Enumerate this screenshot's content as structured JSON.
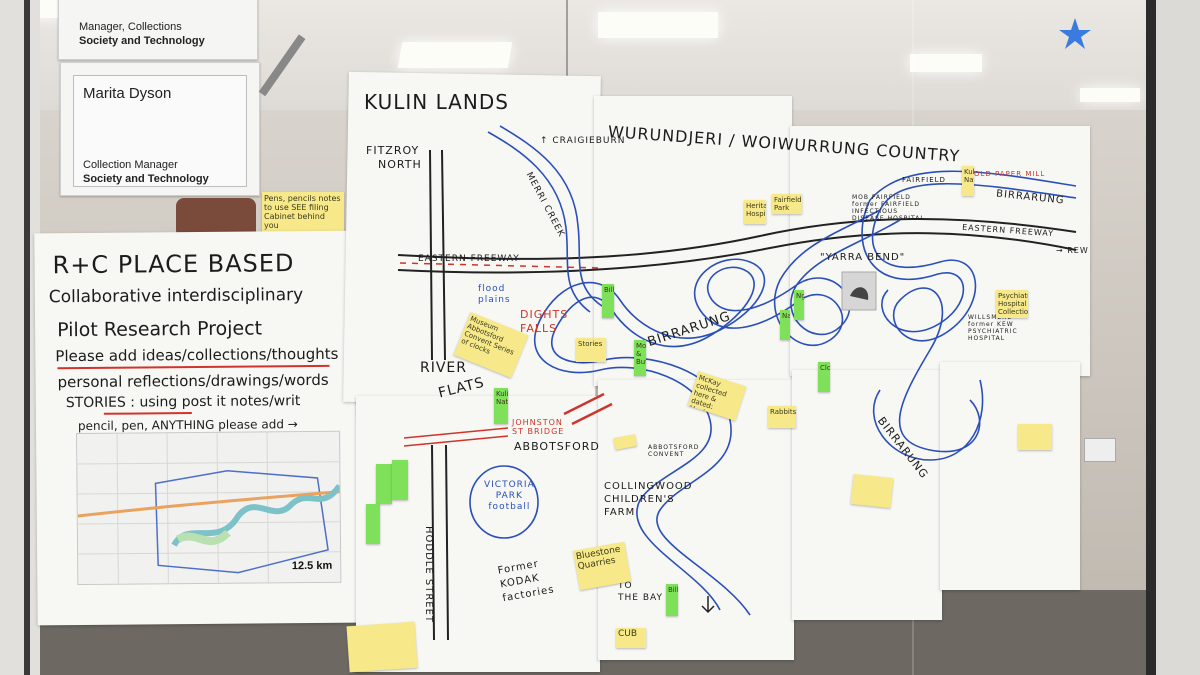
{
  "cards": {
    "top": {
      "role": "Manager, Collections",
      "dept": "Society and Technology"
    },
    "dyson": {
      "name": "Marita Dyson",
      "role": "Collection Manager",
      "dept": "Society and Technology"
    },
    "pens_note": "Pens, pencils notes to use SEE filing Cabinet behind you"
  },
  "poster": {
    "line1": "R+C   PLACE BASED",
    "line2": "Collaborative interdisciplinary",
    "line3": "Pilot Research Project",
    "line4": "Please add ideas/collections/thoughts",
    "line5": "personal reflections/drawings/words",
    "line6": "STORIES : using post it notes/writ",
    "line7": "pencil, pen, ANYTHING  please add →",
    "map_scale": "12.5 km"
  },
  "map": {
    "title_left": "KULIN LANDS",
    "title_right": "WURUNDJERI / WOIWURRUNG  COUNTRY",
    "fitzroy": "FITZROY",
    "north": "NORTH",
    "craigieburn": "↑ CRAIGIEBURN",
    "merri": "MERRI CREEK",
    "eastern_freeway_left": "EASTERN   FREEWAY",
    "eastern_freeway_right": "EASTERN       FREEWAY",
    "rew": "→ REW",
    "fairfield": "FAIRFIELD",
    "old_paper_mill": "OLD PAPER MILL",
    "birrarung_top": "BIRRARUNG",
    "mob_hospital": "MOB FAIRFIELD\nformer FAIRFIELD\nINFECTIOUS\nDISEASE HOSPITAL",
    "yarra_bend": "\"YARRA BEND\"",
    "birrarung_mid": "BIRRARUNG",
    "birrarung_right": "BIRRARUNG",
    "flood_plains": "flood\nplains",
    "dights": "DIGHTS\nFALLS",
    "river": "RIVER",
    "flats": "FLATS",
    "willsmere": "WILLSMERE\nformer KEW\nPSYCHIATRIC\nHOSPITAL",
    "johnston": "JOHNSTON\nST BRIDGE",
    "abbotsford": "ABBOTSFORD",
    "convent": "ABBOTSFORD\nCONVENT",
    "collingwood": "COLLINGWOOD\nCHILDREN'S\nFARM",
    "victoria_park": "VICTORIA\nPARK\nfootball",
    "kodak": "Former\nKODAK\nfactories",
    "hoddle": "HODDLE STREET",
    "to_the_bay": "TO\nTHE BAY",
    "cub": "CUB"
  },
  "notes": {
    "museum": "Museum Abbotsford Convent Series of clocks",
    "heritage": "Heritage Hospital",
    "fairfield_pt": "Fairfield Park",
    "kulin": "Kulin Nation",
    "billabong": "Billabong",
    "moths": "Moths & Butterflies",
    "stories": "Stories",
    "psych": "Psychiatric Hospital Collection",
    "clock": "Clock",
    "mckay": "McKay collected here & dated: Mushrooms",
    "rabbits": "Rabbits",
    "bluestone": "Bluestone Quarries",
    "nature": "Nature",
    "ngarri": "Ngarri"
  },
  "colors": {
    "ink": "#1c1c1c",
    "red": "#d0342b",
    "blue": "#2a4fb8",
    "sticky_yellow": "#f7e98a",
    "sticky_green": "#7fe05a"
  }
}
